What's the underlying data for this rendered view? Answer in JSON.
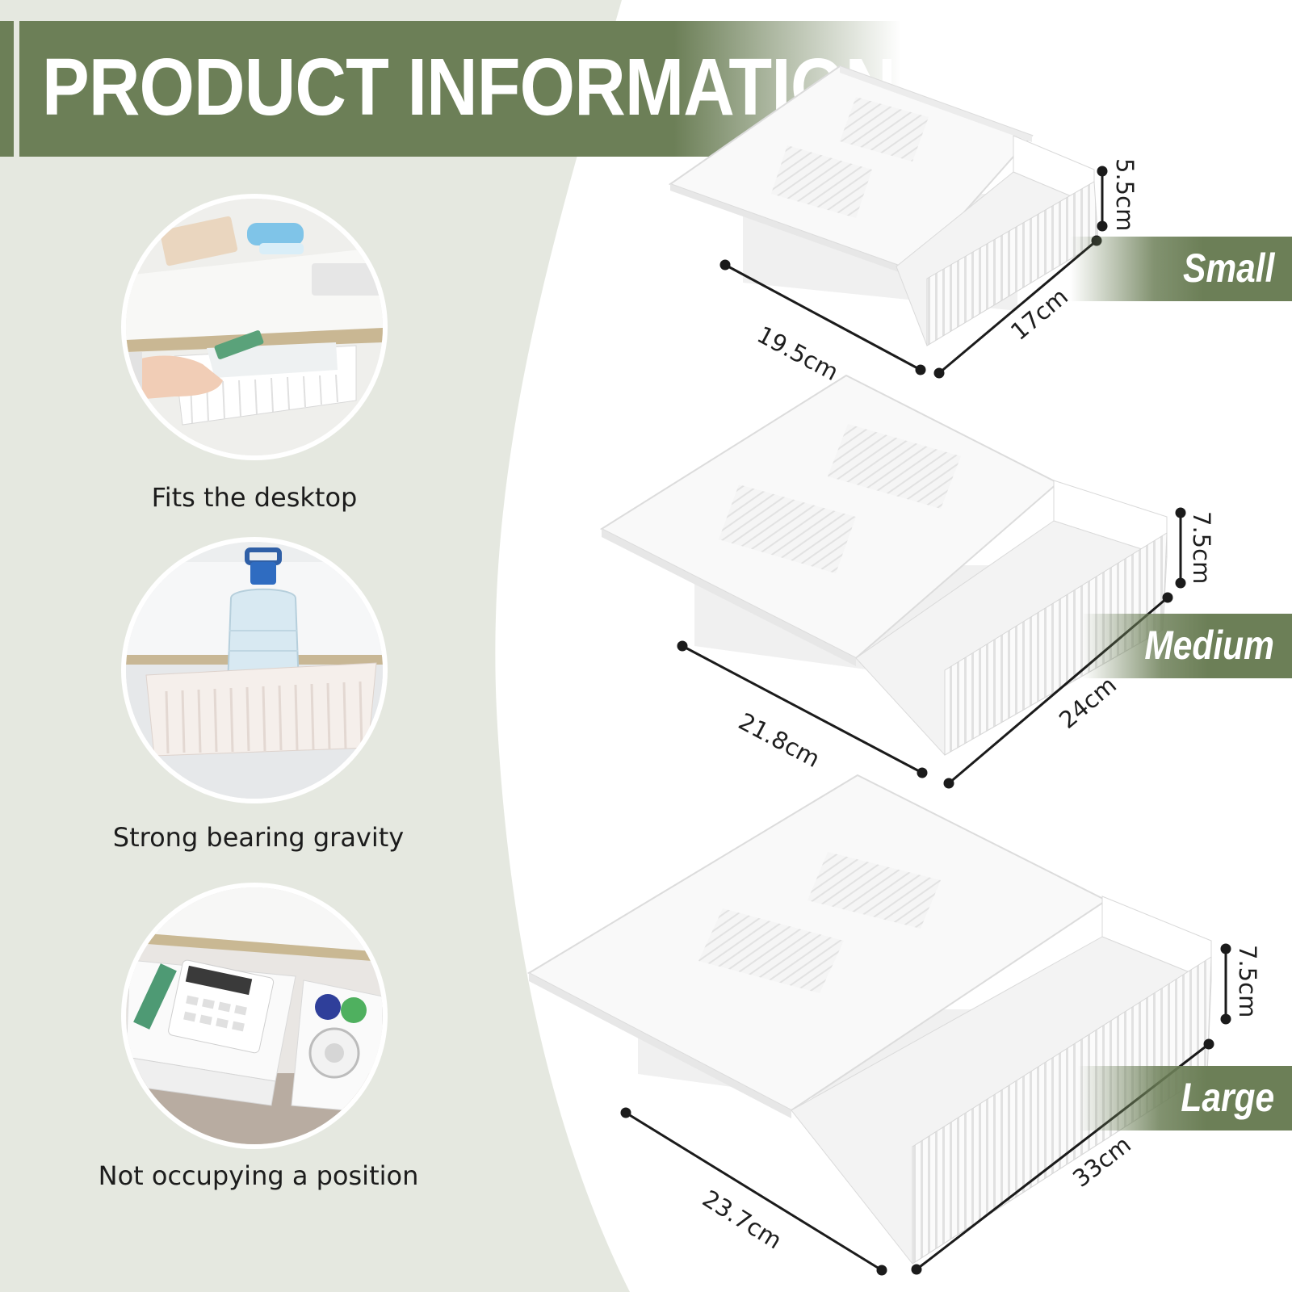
{
  "banner": {
    "title": "PRODUCT INFORMATION"
  },
  "colors": {
    "accent": "#6c7f57",
    "panel": "#e5e8e0",
    "text": "#1c1c1c"
  },
  "features": [
    {
      "caption": "Fits the desktop"
    },
    {
      "caption": "Strong bearing gravity"
    },
    {
      "caption": "Not occupying a position"
    }
  ],
  "products": [
    {
      "size": "Small",
      "length": "19.5cm",
      "width": "17cm",
      "height": "5.5cm"
    },
    {
      "size": "Medium",
      "length": "21.8cm",
      "width": "24cm",
      "height": "7.5cm"
    },
    {
      "size": "Large",
      "length": "23.7cm",
      "width": "33cm",
      "height": "7.5cm"
    }
  ]
}
